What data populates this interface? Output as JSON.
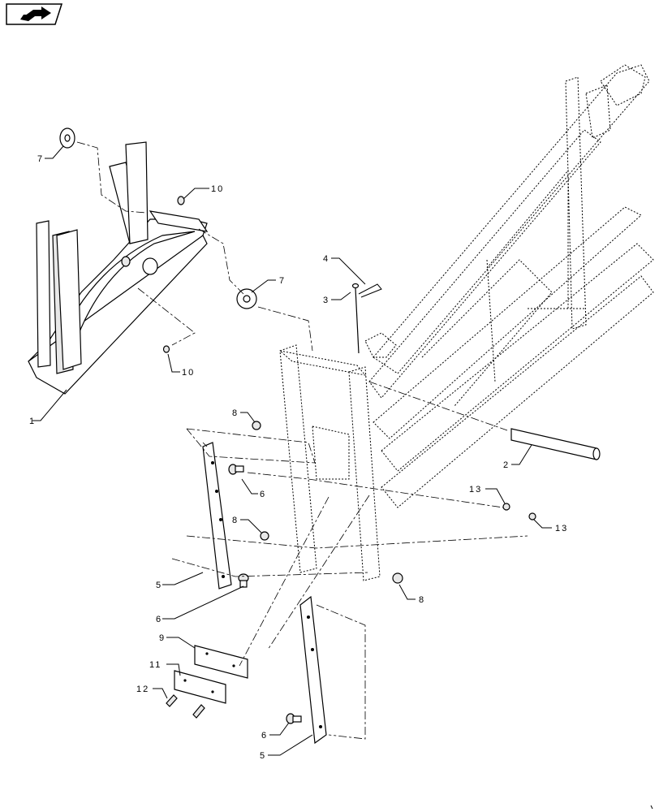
{
  "nav": {
    "icon": "return-arrow-icon"
  },
  "callouts": [
    {
      "id": "c1",
      "label": "1"
    },
    {
      "id": "c2",
      "label": "2"
    },
    {
      "id": "c3",
      "label": "3"
    },
    {
      "id": "c4",
      "label": "4"
    },
    {
      "id": "c5a",
      "label": "5"
    },
    {
      "id": "c5b",
      "label": "5"
    },
    {
      "id": "c6a",
      "label": "6"
    },
    {
      "id": "c6b",
      "label": "6"
    },
    {
      "id": "c6c",
      "label": "6"
    },
    {
      "id": "c7a",
      "label": "7"
    },
    {
      "id": "c7b",
      "label": "7"
    },
    {
      "id": "c8a",
      "label": "8"
    },
    {
      "id": "c8b",
      "label": "8"
    },
    {
      "id": "c8c",
      "label": "8"
    },
    {
      "id": "c9",
      "label": "9"
    },
    {
      "id": "c10a",
      "label": "10"
    },
    {
      "id": "c10b",
      "label": "10"
    },
    {
      "id": "c11",
      "label": "11"
    },
    {
      "id": "c12",
      "label": "12"
    },
    {
      "id": "c13a",
      "label": "13"
    },
    {
      "id": "c13b",
      "label": "13"
    }
  ]
}
